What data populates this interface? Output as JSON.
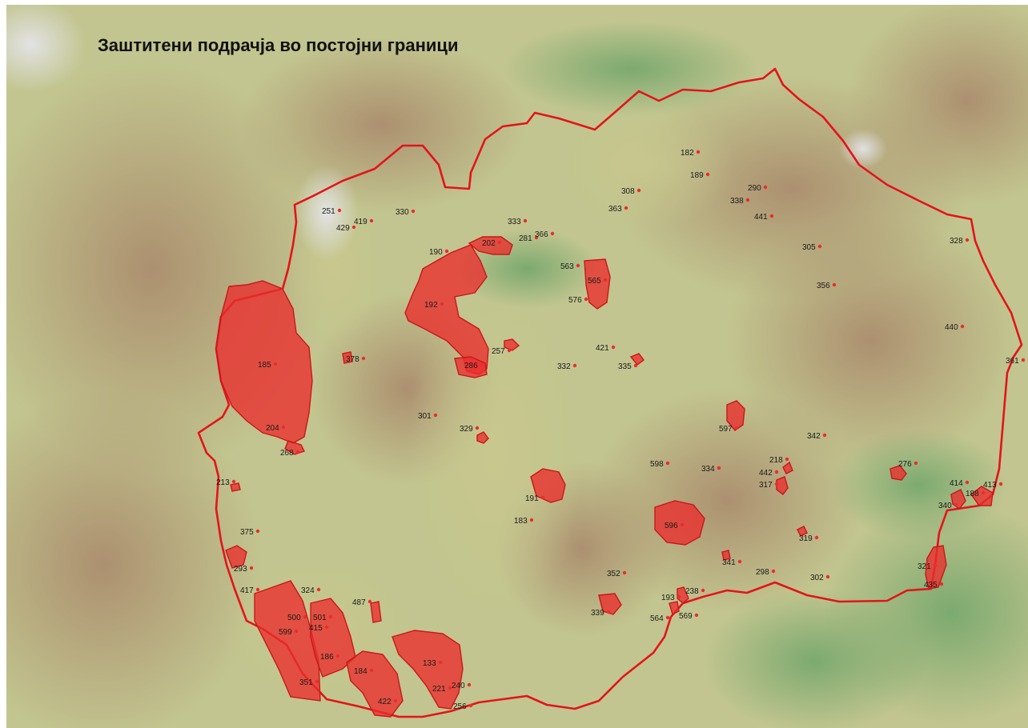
{
  "map": {
    "title": "Заштитени подрачја во постојни граници",
    "colors": {
      "terrain_low": "#b9c98e",
      "terrain_mid": "#cfc79a",
      "terrain_high": "#b6957a",
      "valley_green": "#86b47a",
      "water_green": "#8fbf86",
      "border": "#e3141b",
      "area_fill": "#ea2d2d",
      "area_stroke": "#c81818"
    },
    "area_labels": [
      "185",
      "204",
      "268",
      "192",
      "190",
      "202",
      "286",
      "257",
      "565",
      "563",
      "576",
      "597",
      "596",
      "191",
      "183",
      "329",
      "301",
      "378",
      "500",
      "501",
      "599",
      "415",
      "186",
      "351",
      "184",
      "422",
      "133",
      "221",
      "240",
      "256",
      "487",
      "324",
      "417",
      "293",
      "375",
      "213",
      "251",
      "429",
      "419",
      "330",
      "333",
      "281",
      "366",
      "308",
      "363",
      "182",
      "189",
      "290",
      "338",
      "441",
      "305",
      "328",
      "356",
      "440",
      "361",
      "332",
      "421",
      "335",
      "342",
      "218",
      "442",
      "317",
      "598",
      "334",
      "276",
      "414",
      "188",
      "413",
      "340",
      "319",
      "341",
      "298",
      "302",
      "321",
      "435",
      "352",
      "339",
      "193",
      "238",
      "564",
      "569"
    ]
  }
}
